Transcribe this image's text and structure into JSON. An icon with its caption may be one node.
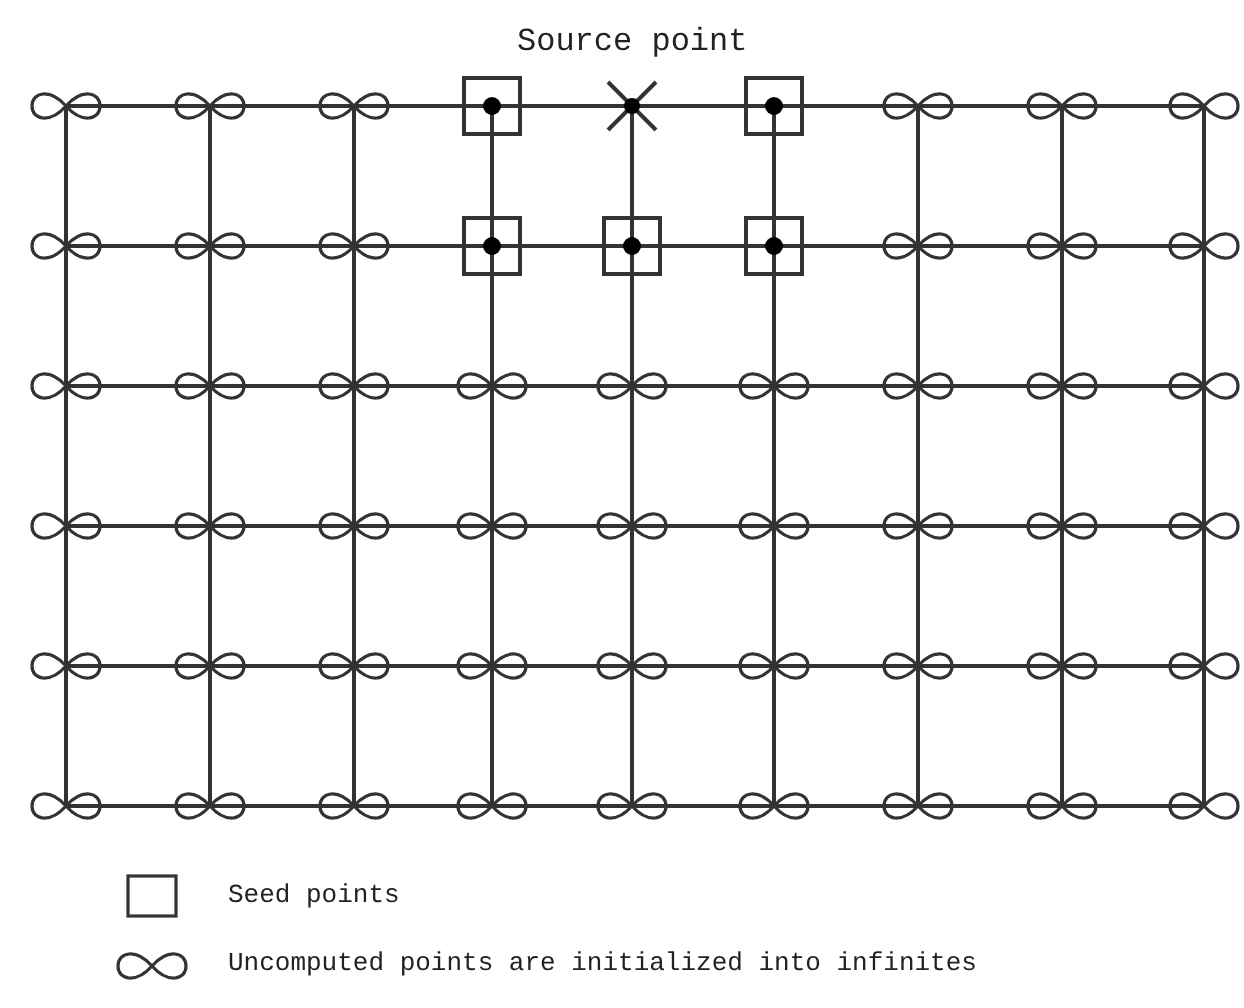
{
  "diagram": {
    "labels": [
      "Source point"
    ],
    "legend": [
      {
        "text": "Seed points"
      },
      {
        "text": "Uncomputed points are initialized into infinites"
      }
    ]
  }
}
